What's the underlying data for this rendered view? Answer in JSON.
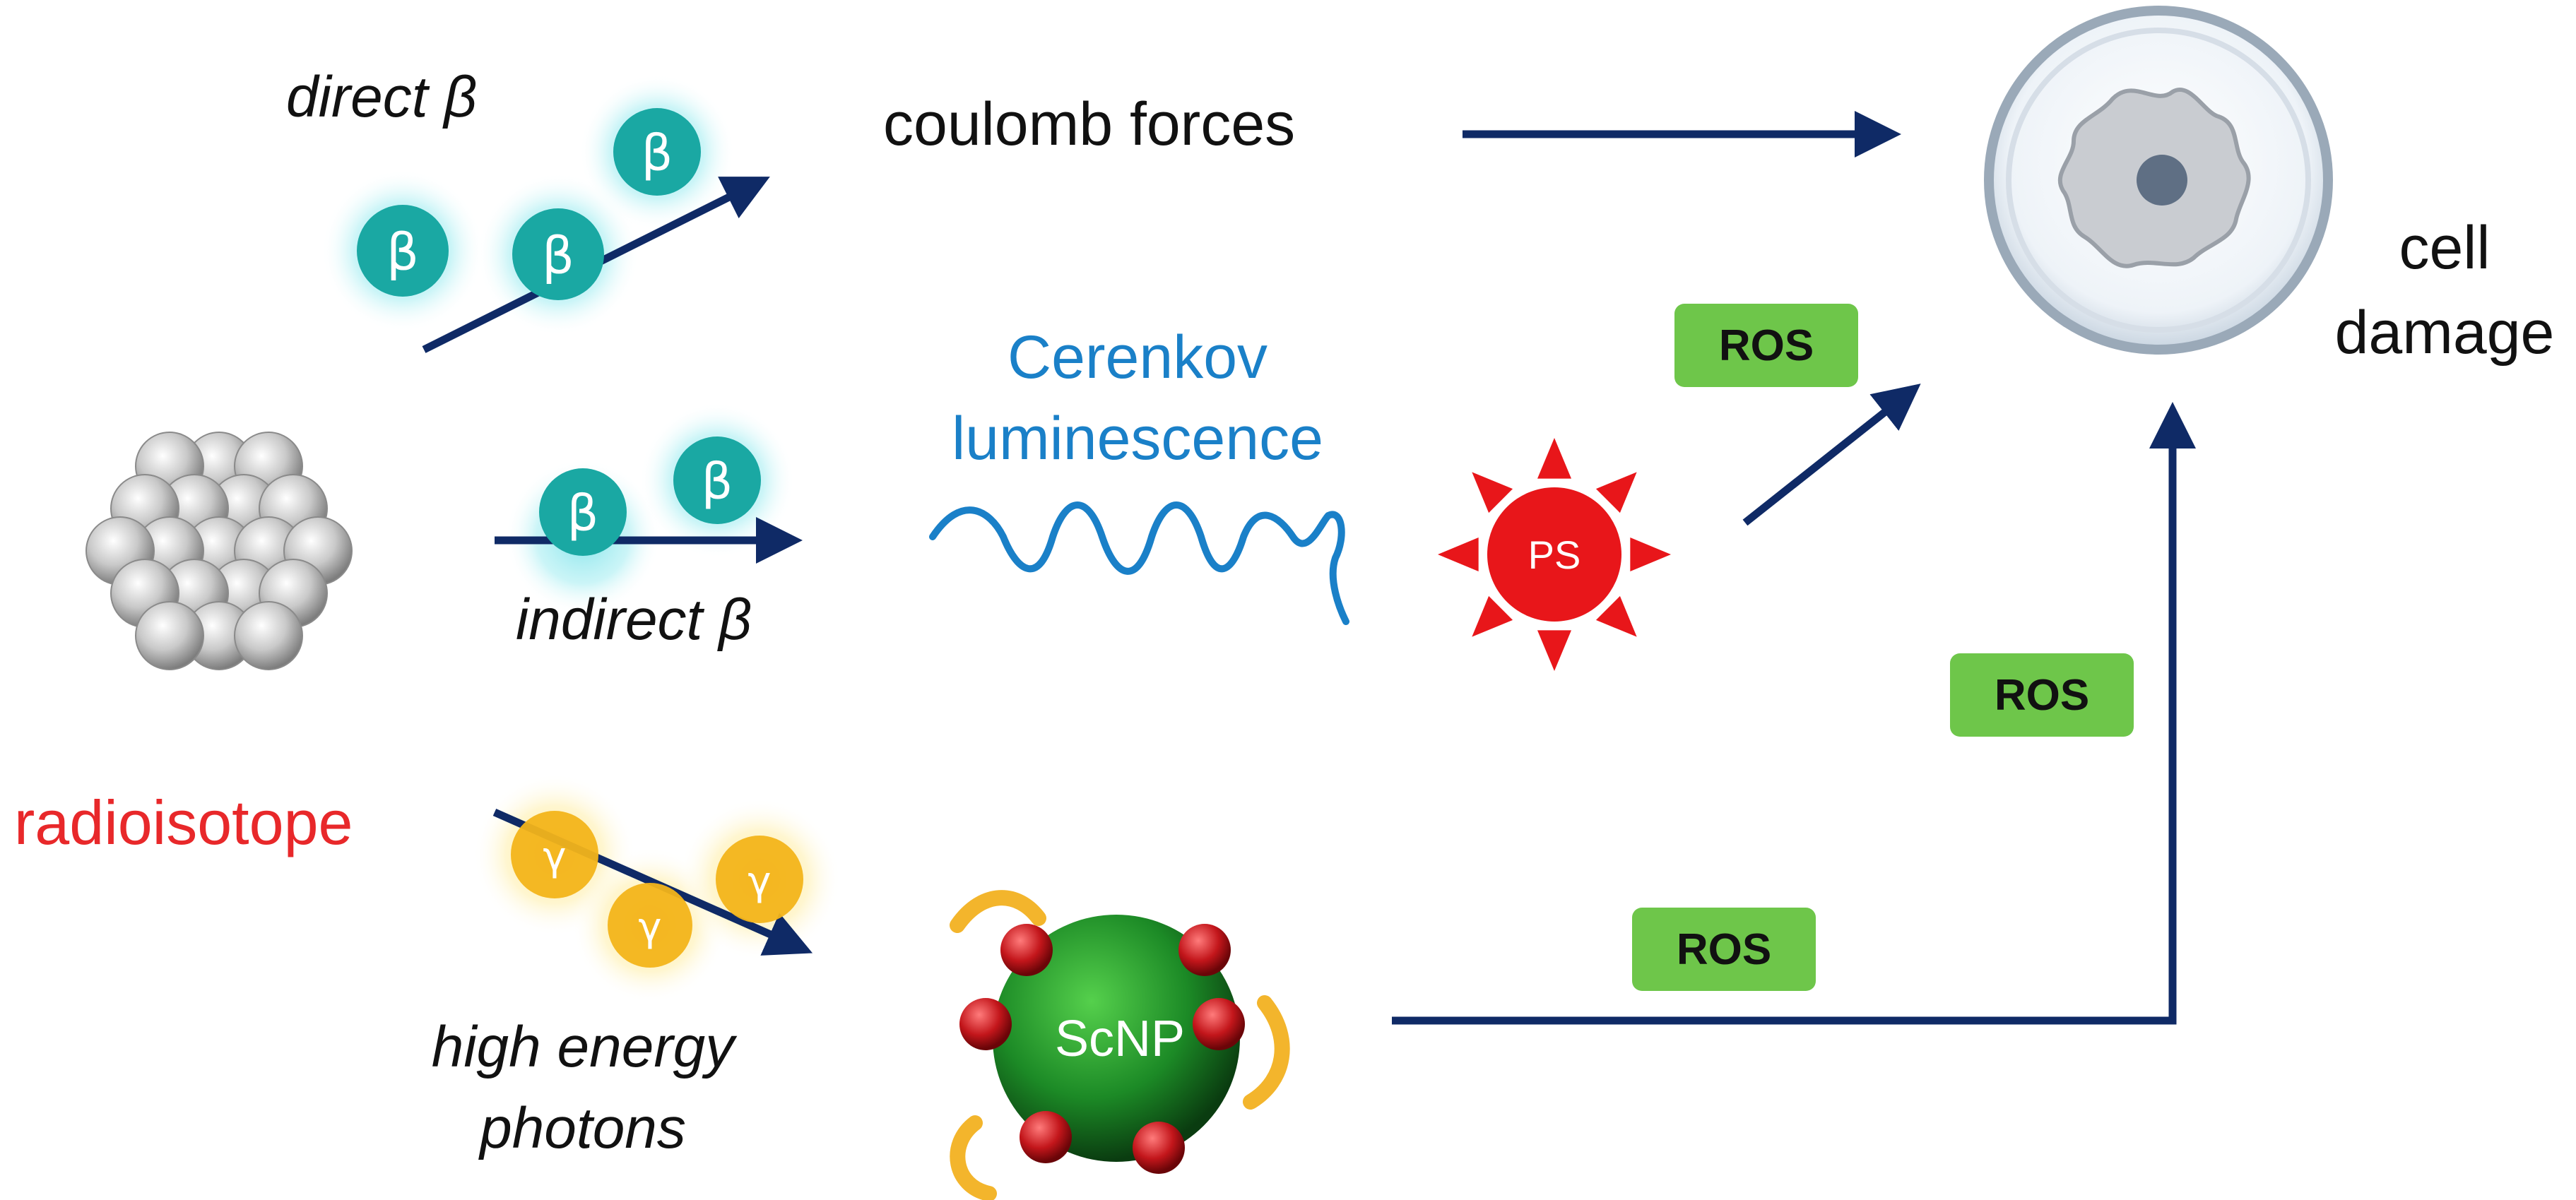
{
  "labels": {
    "direct_beta": "direct β",
    "coulomb_forces": "coulomb forces",
    "cell_damage_line1": "cell",
    "cell_damage_line2": "damage",
    "cerenkov_line1": "Cerenkov",
    "cerenkov_line2": "luminescence",
    "indirect_beta": "indirect β",
    "radioisotope": "radioisotope",
    "high_energy_line1": "high energy",
    "high_energy_line2": "photons",
    "ps": "PS",
    "scnp": "ScNP",
    "beta_symbol": "β",
    "gamma_symbol": "γ"
  },
  "ros_badges": [
    "ROS",
    "ROS",
    "ROS"
  ],
  "colors": {
    "arrow": "#0f2a66",
    "beta_particle": "#1aa8a3",
    "beta_glow": "#7fe3ea",
    "gamma_particle": "#f3b41a",
    "gamma_glow": "#fde48a",
    "cerenkov": "#1a80c8",
    "radioisotope": "#e8282a",
    "ps_fill": "#e8161a",
    "ros_fill": "#6ec64a",
    "scnp_core": "#1c8a26",
    "scnp_bead": "#c3161b",
    "swirl": "#f3b52c"
  }
}
